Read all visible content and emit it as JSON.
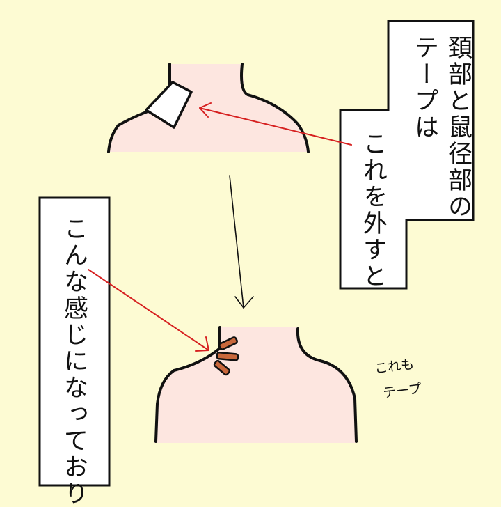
{
  "bubble_top": {
    "line1": "頚部と鼠径部の",
    "line2": "テープは",
    "line3": "これを外すと"
  },
  "bubble_left": {
    "text": "こんな感じになっており"
  },
  "handwritten_note": {
    "line1": "これも",
    "line2": "テープ"
  },
  "colors": {
    "background": "#fdfbd3",
    "skin": "#fde6e0",
    "arrow_red": "#d62020",
    "tape_orange": "#c8683c",
    "outline": "#111111"
  },
  "icons": {
    "top_figure": "neck-shoulders-with-white-gauze",
    "bottom_figure": "neck-shoulders-with-tape-strips"
  }
}
